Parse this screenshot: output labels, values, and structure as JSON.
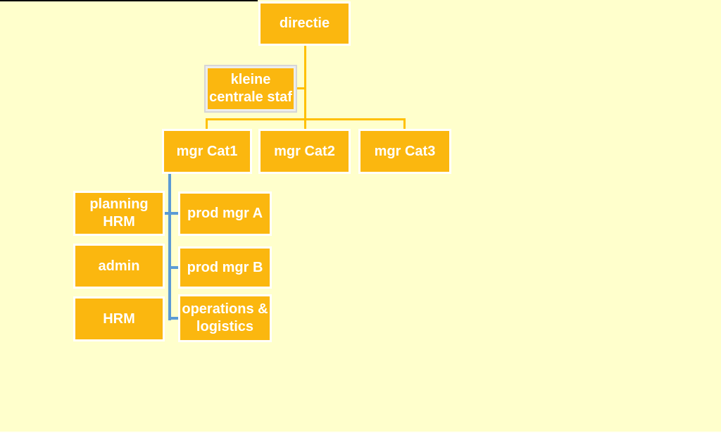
{
  "diagram": {
    "type": "org-chart",
    "nodes": {
      "directie": {
        "label": "directie"
      },
      "staff": {
        "label": "kleine\ncentrale staf"
      },
      "mgr_cat1": {
        "label": "mgr Cat1"
      },
      "mgr_cat2": {
        "label": "mgr Cat2"
      },
      "mgr_cat3": {
        "label": "mgr Cat3"
      },
      "planning_hrm": {
        "label": "planning\nHRM"
      },
      "prod_mgr_a": {
        "label": "prod mgr A"
      },
      "admin": {
        "label": "admin"
      },
      "prod_mgr_b": {
        "label": "prod mgr B"
      },
      "hrm": {
        "label": "HRM"
      },
      "operations_logistics": {
        "label": "operations &\nlogistics"
      }
    },
    "colors": {
      "background": "#FFFFCC",
      "node_fill": "#FBB70F",
      "node_border": "#FFFFFF",
      "staff_node_outline": "#D6D6D6",
      "connector_primary": "#FFC000",
      "connector_secondary": "#5B9BD5",
      "text": "#FFFFFF",
      "top_rule": "#0B0B0B"
    }
  }
}
